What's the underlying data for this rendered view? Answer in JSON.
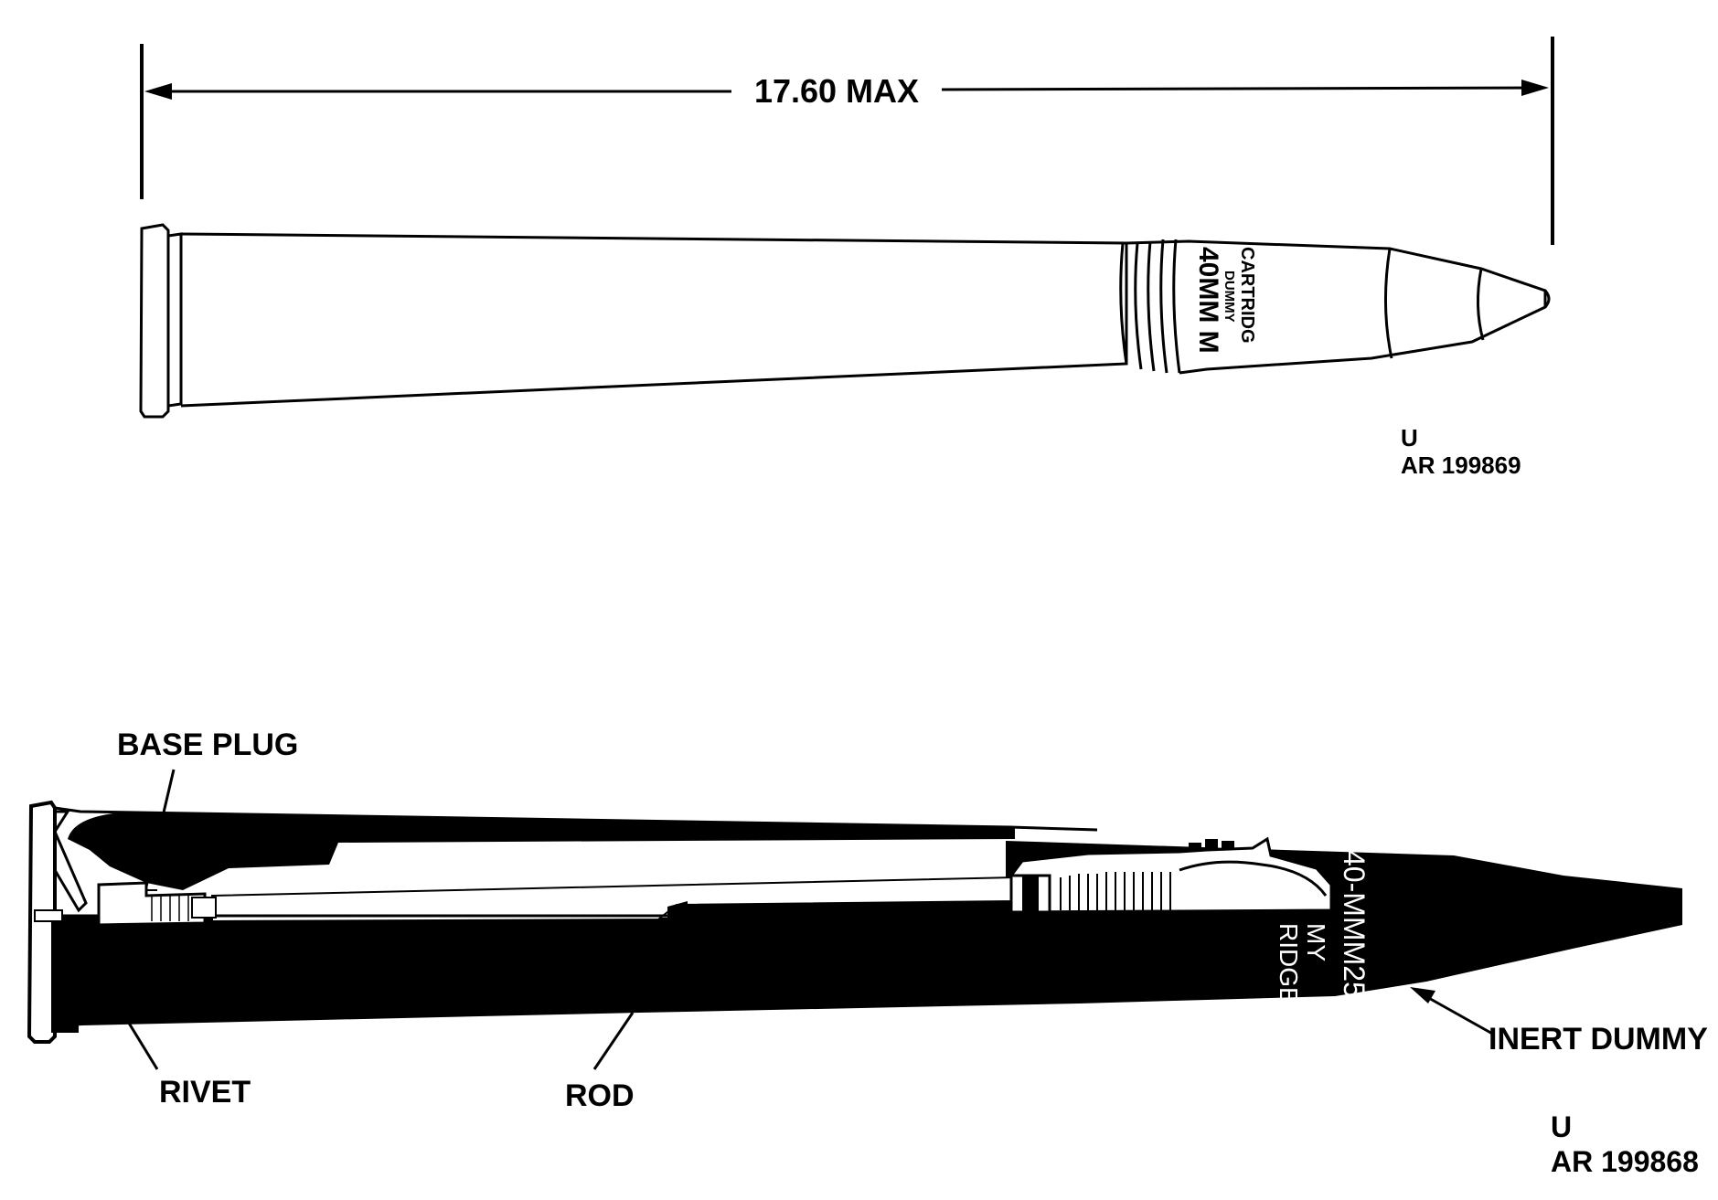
{
  "top_view": {
    "dimension_label": "17.60 MAX",
    "marking": {
      "line1": "40MM M",
      "line2": "DUMMY",
      "line3": "CARTRIDG"
    },
    "ref_code": {
      "line1": "U",
      "line2": "AR 199869"
    }
  },
  "section_view": {
    "callouts": {
      "base_plug": "BASE PLUG",
      "rivet": "RIVET",
      "rod": "ROD",
      "inert_dummy": "INERT DUMMY"
    },
    "marking": {
      "line1": "40-MMM25",
      "line2": "MY",
      "line3": "RIDGE"
    },
    "ref_code": {
      "line1": "U",
      "line2": "AR 199868"
    }
  }
}
